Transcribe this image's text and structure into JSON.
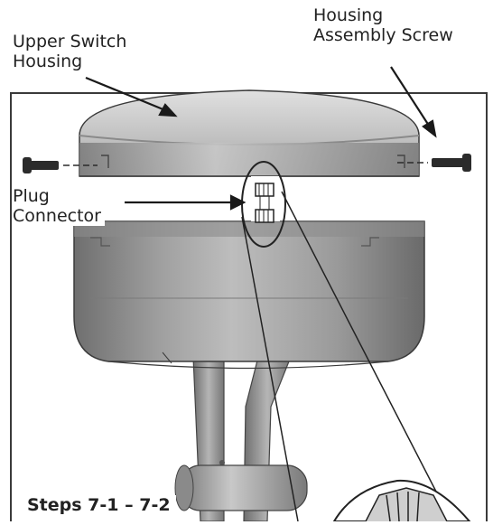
{
  "labels": {
    "upper_switch_housing": [
      "Upper Switch",
      "Housing"
    ],
    "housing_assembly_screw": [
      "Housing",
      "Assembly Screw"
    ],
    "plug_connector": [
      "Plug",
      "Connector"
    ]
  },
  "caption": "Steps 7-1 – 7-2",
  "colors": {
    "frame": "#3a3a3a",
    "housing_light": "#d4d4d4",
    "housing_mid": "#a9a9a9",
    "housing_dark": "#6f6f6f",
    "bracket": "#8e8e8e",
    "screw": "#2b2b2b",
    "text": "#222222"
  }
}
